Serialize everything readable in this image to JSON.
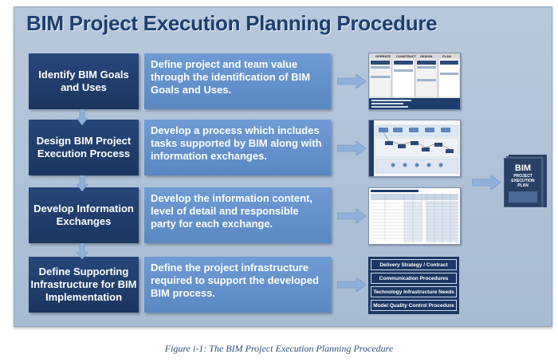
{
  "title": "BIM Project Execution Planning Procedure",
  "steps": [
    {
      "label": "Identify BIM Goals and Uses",
      "description": "Define project and team value through the identification of BIM Goals and Uses."
    },
    {
      "label": "Design BIM Project Execution Process",
      "description": "Develop a process which includes tasks supported by BIM along with information exchanges."
    },
    {
      "label": "Develop Information Exchanges",
      "description": "Develop the information content, level of detail and responsible party for each exchange."
    },
    {
      "label": "Define Supporting Infrastructure for BIM Implementation",
      "description": "Define the project infrastructure required to support the developed BIM process."
    }
  ],
  "thumb1_headers": [
    "OPERATE",
    "CONSTRUCT",
    "DESIGN",
    "PLAN"
  ],
  "infrastructure": [
    "Delivery Strategy / Contract",
    "Communication Procedures",
    "Technology Infrastructure Needs",
    "Model Quality Control Procedure"
  ],
  "book": {
    "line1": "BIM",
    "line2": "PROJECT",
    "line3": "EXECUTION",
    "line4": "PLAN"
  },
  "caption": "Figure i-1: The BIM Project Execution Planning Procedure",
  "colors": {
    "dark_box": "#1f3d6e",
    "light_box": "#5f8dc8",
    "arrow": "#8fb0db",
    "panel": "#afc1d7"
  }
}
